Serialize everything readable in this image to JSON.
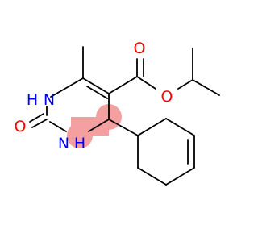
{
  "molecule": {
    "atoms": {
      "o_carbonyl_ester": "O",
      "o_ether_ester": "O",
      "n1": "N",
      "h1": "H",
      "n3": "N",
      "h3": "H",
      "o_urea": "O"
    }
  },
  "colors": {
    "bond": "#000000",
    "oxygen": "#ff0000",
    "nitrogen": "#0000ff",
    "highlight": "#f4a0a0"
  }
}
